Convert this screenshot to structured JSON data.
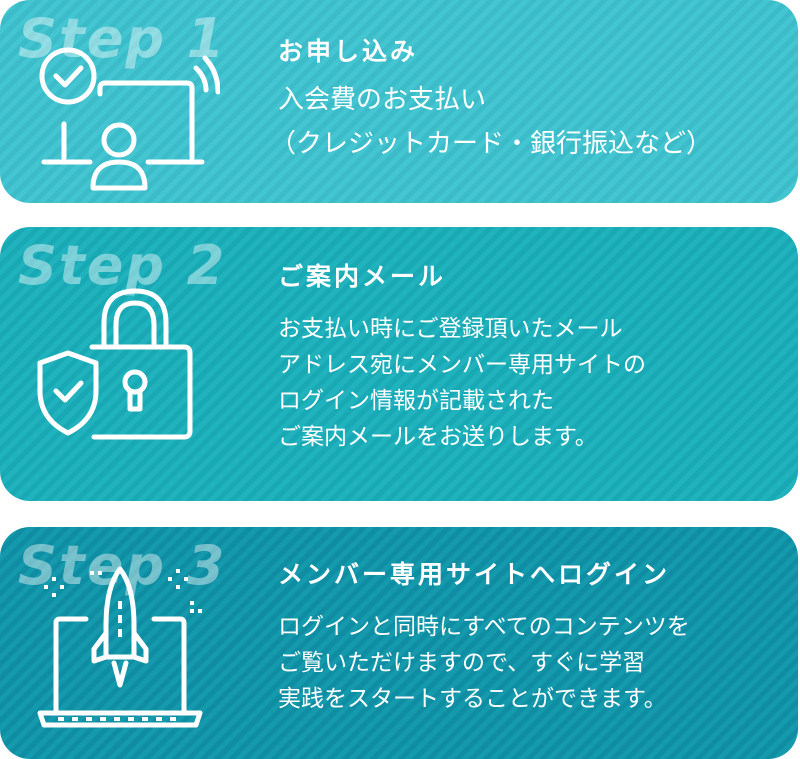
{
  "steps": [
    {
      "label": "Step 1",
      "title": "お申し込み",
      "lines": [
        "入会費のお支払い",
        "（クレジットカード・銀行振込など）"
      ],
      "icon": "laptop-user-check-icon"
    },
    {
      "label": "Step 2",
      "title": "ご案内メール",
      "lines": [
        "お支払い時にご登録頂いたメール",
        "アドレス宛にメンバー専用サイトの",
        "ログイン情報が記載された",
        "ご案内メールをお送りします。"
      ],
      "icon": "padlock-shield-icon"
    },
    {
      "label": "Step 3",
      "title": "メンバー専用サイトへログイン",
      "lines": [
        "ログインと同時にすべてのコンテンツを",
        "ご覧いただけますので、すぐに学習",
        "実践をスタートすることができます。"
      ],
      "icon": "laptop-rocket-icon"
    }
  ],
  "colors": {
    "step1_bg": "#44c6d2",
    "step2_bg": "#20b3be",
    "step3_bg": "#1599ad",
    "text": "#ffffff"
  }
}
